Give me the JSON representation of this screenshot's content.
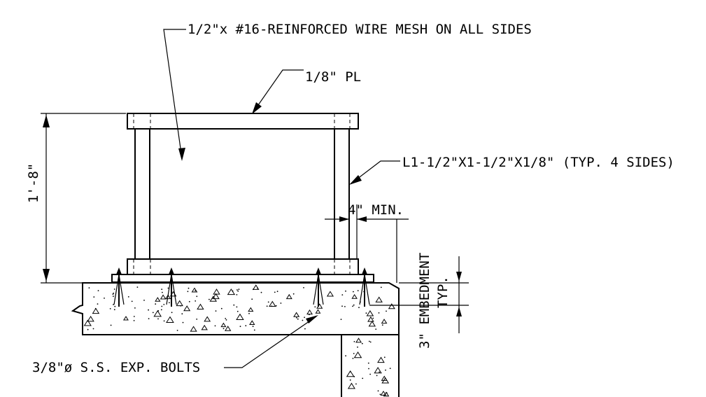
{
  "labels": {
    "wire_mesh": "1/2\"x #16-REINFORCED WIRE MESH ON ALL SIDES",
    "plate": "1/8\" PL",
    "angle": "L1-1/2\"X1-1/2\"X1/8\" (TYP. 4 SIDES)",
    "min_distance": "4\" MIN.",
    "height_dim": "1'-8\"",
    "embedment": "3\" EMBEDMENT",
    "embedment_typ": "TYP.",
    "bolts": "3/8\"ø S.S. EXP. BOLTS"
  }
}
